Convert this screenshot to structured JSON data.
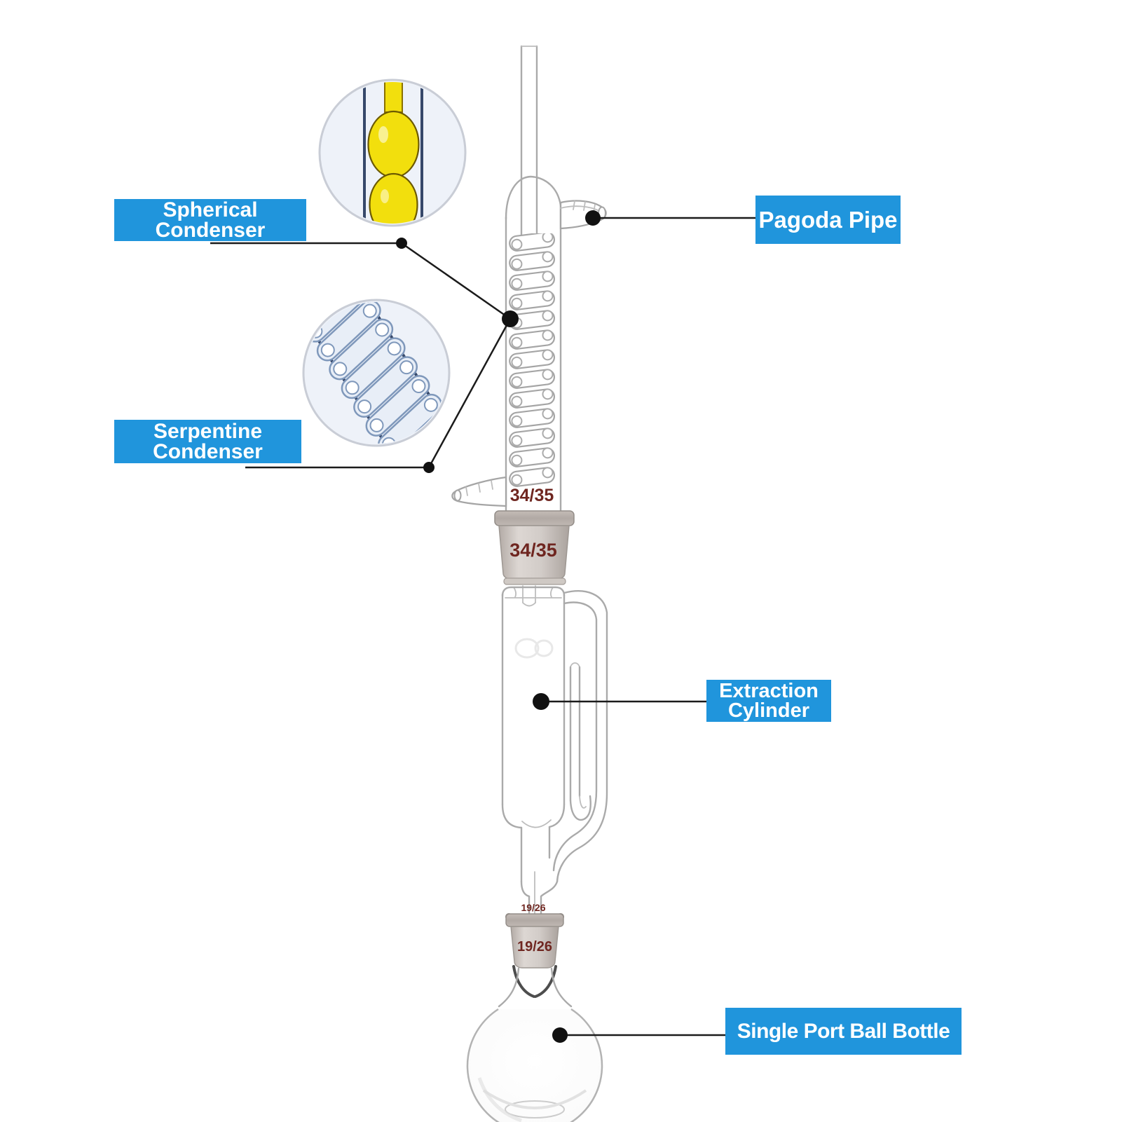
{
  "callouts": {
    "spherical_condenser": {
      "line1": "Spherical",
      "line2": "Condenser"
    },
    "pagoda_pipe": {
      "text": "Pagoda Pipe"
    },
    "serpentine_condenser": {
      "line1": "Serpentine",
      "line2": "Condenser"
    },
    "extraction_cylinder": {
      "line1": "Extraction",
      "line2": "Cylinder"
    },
    "single_port_ball_bottle": {
      "text": "Single Port Ball Bottle"
    }
  },
  "glass_markings": {
    "condenser_tube_size": "34/35",
    "condenser_joint_size": "34/35",
    "extractor_outlet_size": "19/26",
    "extractor_joint_size": "19/26"
  },
  "colors": {
    "label_background": "#2095DC",
    "label_text": "#FFFFFF",
    "leader_line": "#1B1B1B",
    "joint_marking_red": "#6F2620",
    "glass_outline_gray": "#AAAAAA",
    "ground_joint_gray": "#C9C2BE",
    "inset_background": "#EEF2F9",
    "inset_tube_navy": "#36486A",
    "spherical_condenser_yellow": "#F2DF0D",
    "serpentine_coil_blue": "#7F98BB"
  },
  "icons": {
    "callout_dot": "filled-black-circle",
    "inset_circles": [
      "spherical-condenser-closeup",
      "serpentine-condenser-closeup"
    ]
  }
}
